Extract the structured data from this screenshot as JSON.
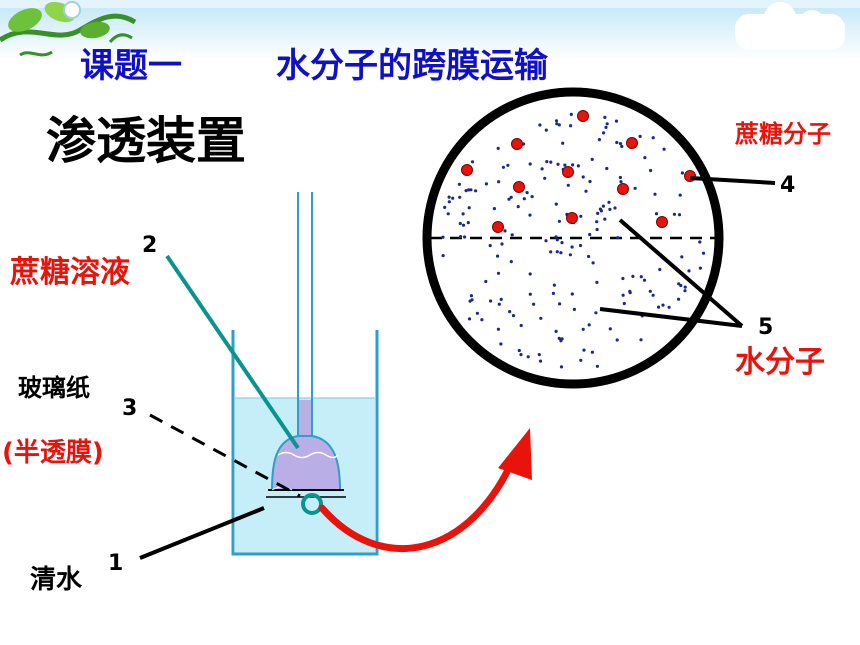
{
  "slide": {
    "title_part1": "课题一",
    "title_part2": "水分子的跨膜运输",
    "section_heading": "渗透装置"
  },
  "labels": {
    "sucrose_solution": "蔗糖溶液",
    "cellophane": "玻璃纸",
    "semipermeable": "(半透膜)",
    "clear_water": "清水",
    "sucrose_molecule": "蔗糖分子",
    "water_molecule": "水分子"
  },
  "numbers": {
    "n1": "1",
    "n2": "2",
    "n3": "3",
    "n4": "4",
    "n5": "5"
  },
  "colors": {
    "title_blue": "#1010c8",
    "label_red": "#e8140c",
    "teal_line": "#0a9490",
    "water_light": "#c5eef8",
    "solution_purple": "#b9aee6",
    "arrow_red": "#e8140c",
    "banner_sky": "#d6f0fb"
  },
  "decor": {
    "banner": "vine-leaf-banner"
  }
}
